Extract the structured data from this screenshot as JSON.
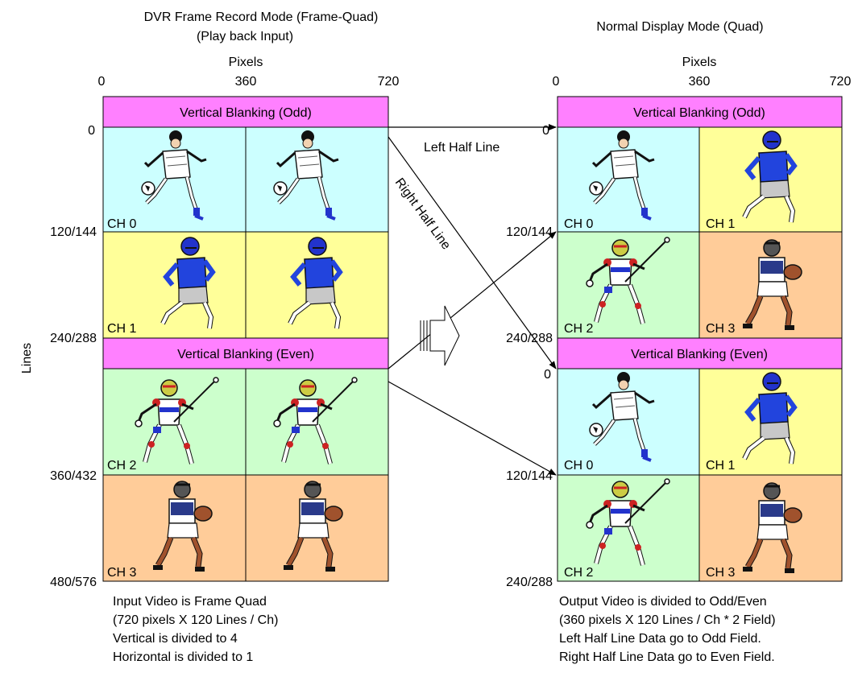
{
  "left": {
    "title_line1": "DVR Frame Record Mode (Frame-Quad)",
    "title_line2": "(Play back Input)",
    "pixels_label": "Pixels",
    "pixel_ticks": [
      "0",
      "360",
      "720"
    ],
    "lines_label": "Lines",
    "blank_odd": "Vertical Blanking (Odd)",
    "blank_even": "Vertical Blanking (Even)",
    "row_labels": [
      "0",
      "120/144",
      "240/288",
      "360/432",
      "480/576"
    ],
    "channels": [
      "CH 0",
      "CH 1",
      "CH 2",
      "CH 3"
    ],
    "caption": [
      "Input Video is Frame Quad",
      "(720 pixels X 120 Lines / Ch)",
      "Vertical is divided to 4",
      "Horizontal is divided to 1"
    ]
  },
  "right": {
    "title": "Normal Display Mode (Quad)",
    "pixels_label": "Pixels",
    "pixel_ticks": [
      "0",
      "360",
      "720"
    ],
    "blank_odd": "Vertical Blanking (Odd)",
    "blank_even": "Vertical Blanking (Even)",
    "odd_row_labels": [
      "0",
      "120/144",
      "240/288"
    ],
    "even_row_labels": [
      "0",
      "120/144",
      "240/288"
    ],
    "odd_channels": [
      "CH 0",
      "CH 1",
      "CH 2",
      "CH 3"
    ],
    "even_channels": [
      "CH 0",
      "CH 1",
      "CH 2",
      "CH 3"
    ],
    "caption": [
      "Output Video is divided to Odd/Even",
      "(360 pixels X 120 Lines / Ch * 2 Field)",
      "Left Half Line Data go to Odd Field.",
      "Right Half Line Data go to Even Field."
    ]
  },
  "arrows": {
    "left_half": "Left Half Line",
    "right_half": "Right Half Line"
  },
  "colors": {
    "blanking": "#ff80ff",
    "ch0": "#ccffff",
    "ch1": "#ffff99",
    "ch2": "#ccffcc",
    "ch3": "#ffcc99"
  }
}
